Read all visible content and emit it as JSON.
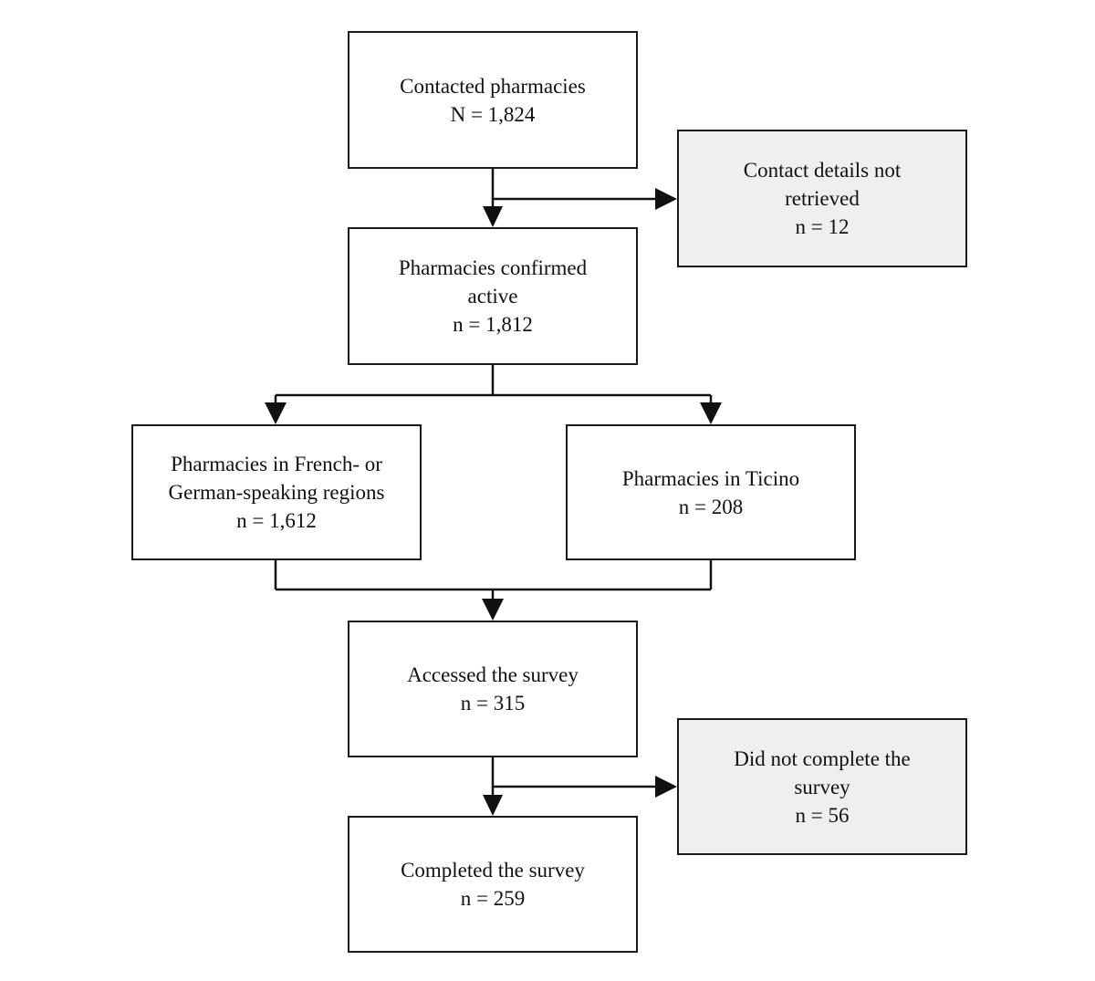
{
  "diagram": {
    "boxes": [
      {
        "id": "contacted",
        "lines": [
          "Contacted pharmacies",
          "N = 1,824"
        ]
      },
      {
        "id": "not-retrieved",
        "lines": [
          "Contact details not",
          "retrieved",
          "n = 12"
        ]
      },
      {
        "id": "confirmed",
        "lines": [
          "Pharmacies confirmed",
          "active",
          "n = 1,812"
        ]
      },
      {
        "id": "french-german",
        "lines": [
          "Pharmacies in French- or",
          "German-speaking regions",
          "n = 1,612"
        ]
      },
      {
        "id": "ticino",
        "lines": [
          "Pharmacies in Ticino",
          "n = 208"
        ]
      },
      {
        "id": "accessed",
        "lines": [
          "Accessed the survey",
          "n = 315"
        ]
      },
      {
        "id": "not-completed",
        "lines": [
          "Did not complete the",
          "survey",
          "n = 56"
        ]
      },
      {
        "id": "completed",
        "lines": [
          "Completed the survey",
          "n = 259"
        ]
      }
    ],
    "edges": [
      {
        "from": "contacted",
        "to": "confirmed"
      },
      {
        "from": "contacted",
        "to": "not-retrieved"
      },
      {
        "from": "confirmed",
        "to": "french-german"
      },
      {
        "from": "confirmed",
        "to": "ticino"
      },
      {
        "from": "french-german",
        "to": "accessed"
      },
      {
        "from": "ticino",
        "to": "accessed"
      },
      {
        "from": "accessed",
        "to": "completed"
      },
      {
        "from": "accessed",
        "to": "not-completed"
      }
    ]
  }
}
